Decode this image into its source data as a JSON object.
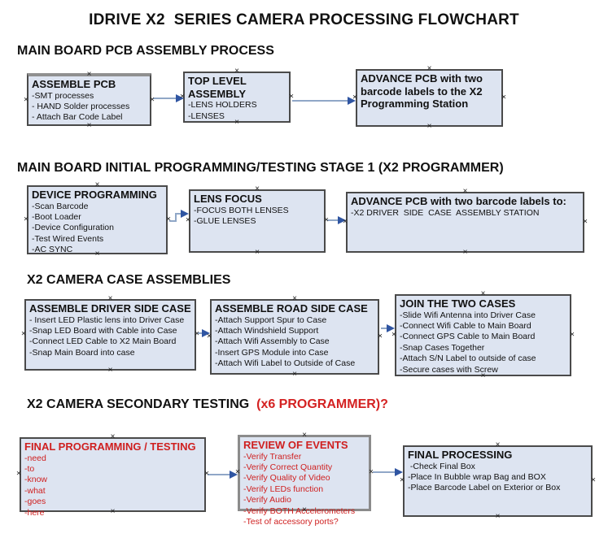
{
  "title": "IDRIVE X2  SERIES CAMERA PROCESSING FLOWCHART",
  "colors": {
    "box_fill": "#dde4f1",
    "box_border": "#4a4a4a",
    "red_text": "#cf1f1f",
    "connector_line": "#90a7c7",
    "connector_arrow": "#2f55a2"
  },
  "icons": {
    "connection_point": "×"
  },
  "sections": [
    {
      "heading": "MAIN BOARD PCB ASSEMBLY PROCESS",
      "heading_suffix": "",
      "boxes": [
        {
          "title": "ASSEMBLE PCB",
          "red": false,
          "items": [
            "-SMT processes",
            "- HAND Solder processes",
            "- Attach Bar Code Label"
          ]
        },
        {
          "title": "TOP LEVEL ASSEMBLY",
          "red": false,
          "items": [
            "-LENS HOLDERS",
            "-LENSES"
          ]
        },
        {
          "title": "ADVANCE PCB with two barcode labels to the X2 Programming Station",
          "red": false,
          "items": []
        }
      ]
    },
    {
      "heading": "MAIN BOARD INITIAL PROGRAMMING/TESTING STAGE 1 (X2 PROGRAMMER)",
      "heading_suffix": "",
      "boxes": [
        {
          "title": "DEVICE PROGRAMMING",
          "red": false,
          "items": [
            "-Scan Barcode",
            "-Boot Loader",
            "-Device Configuration",
            "-Test Wired Events",
            "-AC SYNC"
          ]
        },
        {
          "title": "LENS FOCUS",
          "red": false,
          "items": [
            "-FOCUS BOTH LENSES",
            "-GLUE LENSES"
          ]
        },
        {
          "title": "ADVANCE PCB with two barcode labels to:",
          "red": false,
          "items": [
            "-X2 DRIVER  SIDE  CASE  ASSEMBLY STATION"
          ]
        }
      ]
    },
    {
      "heading": "X2 CAMERA CASE ASSEMBLIES",
      "heading_suffix": "",
      "boxes": [
        {
          "title": "ASSEMBLE DRIVER SIDE CASE",
          "red": false,
          "items": [
            "- Insert LED Plastic lens into Driver Case",
            "-Snap LED Board with Cable into Case",
            "-Connect LED Cable to X2 Main Board",
            "-Snap Main Board into case"
          ]
        },
        {
          "title": "ASSEMBLE ROAD SIDE CASE",
          "red": false,
          "items": [
            "-Attach Support Spur to Case",
            "-Attach Windshield Support",
            "-Attach Wifi Assembly to Case",
            "-Insert GPS Module into Case",
            "-Attach Wifi Label to Outside of Case"
          ]
        },
        {
          "title": "JOIN THE TWO CASES",
          "red": false,
          "items": [
            "-Slide Wifi Antenna into Driver Case",
            "-Connect Wifi Cable to Main Board",
            "-Connect GPS Cable to Main Board",
            "-Snap Cases Together",
            "-Attach S/N Label to outside of case",
            "-Secure cases with Screw"
          ]
        }
      ]
    },
    {
      "heading": "X2 CAMERA SECONDARY TESTING  ",
      "heading_suffix": "(x6 PROGRAMMER)?",
      "boxes": [
        {
          "title": "FINAL PROGRAMMING / TESTING",
          "red": true,
          "items": [
            "-need",
            "-to",
            "-know",
            "-what",
            "-goes",
            "-here"
          ]
        },
        {
          "title": "REVIEW OF EVENTS",
          "red": true,
          "items": [
            "-Verify Transfer",
            "-Verify Correct Quantity",
            "-Verify Quality of Video",
            "-Verify LEDs function",
            "-Verify Audio",
            "-Verify BOTH Accelerometers",
            "-Test of accessory ports?"
          ]
        },
        {
          "title": "FINAL PROCESSING",
          "red": false,
          "items": [
            " -Check Final Box",
            "-Place In Bubble wrap Bag and BOX",
            "-Place Barcode Label on Exterior or Box"
          ]
        }
      ]
    }
  ]
}
